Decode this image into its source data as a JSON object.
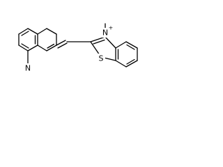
{
  "molecule": {
    "atoms": {
      "quinoline_nitrogen": "N",
      "benzothiazole_nitrogen": "N",
      "nitrogen_charge": "+",
      "sulfur": "S"
    },
    "colors": {
      "bond": "#000000",
      "background": "#ffffff"
    }
  }
}
